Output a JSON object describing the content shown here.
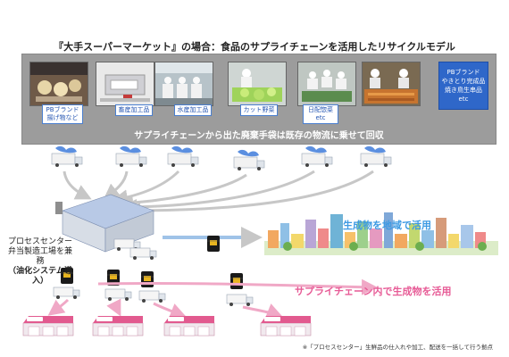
{
  "title": "『大手スーパーマーケット』の場合：食品のサプライチェーンを活用したリサイクルモデル",
  "panel": {
    "banner": "サプライチェーンから出た廃棄手袋は既存の物流に乗せて回収",
    "photos": [
      {
        "label_lines": [
          "PBブランド",
          "揚げ物など"
        ]
      },
      {
        "label_lines": [
          "畜産加工品"
        ]
      },
      {
        "label_lines": [
          "水産加工品"
        ]
      },
      {
        "label_lines": [
          "カット野菜"
        ]
      },
      {
        "label_lines": [
          "日配惣菜",
          "etc"
        ]
      }
    ],
    "pb_box_lines": [
      "PBブランド",
      "やきとり完成品",
      "焼き鳥生串品",
      "etc"
    ]
  },
  "process_center": {
    "lines": [
      "プロセスセンター",
      "弁当製造工場を兼務"
    ],
    "bold_line": "（油化システム導入）"
  },
  "regional_label": "生成物を地域で活用",
  "supply_chain_label": "サプライチェーン内で生成物を活用",
  "footnote": "※「プロセスセンター」生鮮品の仕入れや加工、配送を一括して行う拠点",
  "colors": {
    "blue_label": "#3d9ae3",
    "pink_label": "#e75b96",
    "panel_gray": "#9c9c9c",
    "label_blue": "#2455b2"
  }
}
